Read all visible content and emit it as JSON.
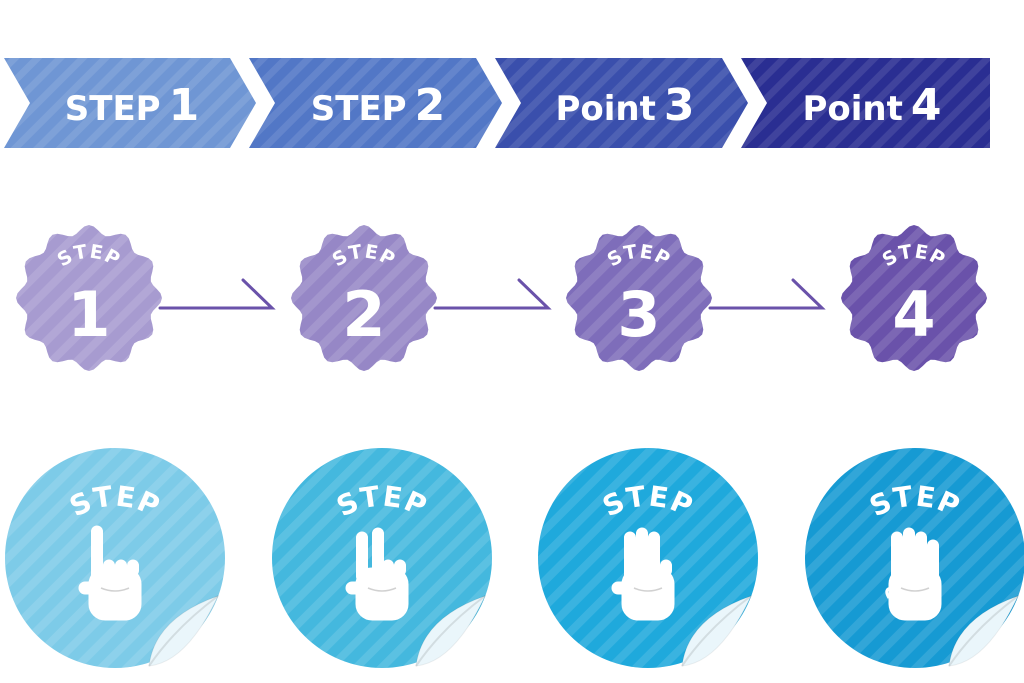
{
  "chevrons": [
    {
      "word": "STEP",
      "num": "1",
      "color": "#6f96d4"
    },
    {
      "word": "STEP",
      "num": "2",
      "color": "#5277c6"
    },
    {
      "word": "Point",
      "num": "3",
      "color": "#3a4fac"
    },
    {
      "word": "Point",
      "num": "4",
      "color": "#2a2e92"
    }
  ],
  "badges": [
    {
      "label": "STEP",
      "num": "1",
      "color": "#a79bd0"
    },
    {
      "label": "STEP",
      "num": "2",
      "color": "#9687c6"
    },
    {
      "label": "STEP",
      "num": "3",
      "color": "#7e6dba"
    },
    {
      "label": "STEP",
      "num": "4",
      "color": "#6a52aa"
    }
  ],
  "connector_color": "#6a52aa",
  "stickers": [
    {
      "label": "STEP",
      "fingers": 1,
      "color": "#7dcbe8",
      "icon": "one-finger-hand-icon"
    },
    {
      "label": "STEP",
      "fingers": 2,
      "color": "#44b8de",
      "icon": "peace-hand-icon"
    },
    {
      "label": "STEP",
      "fingers": 3,
      "color": "#1fa9dc",
      "icon": "three-finger-hand-icon"
    },
    {
      "label": "STEP",
      "fingers": 4,
      "color": "#169ad3",
      "icon": "four-finger-hand-icon"
    }
  ]
}
